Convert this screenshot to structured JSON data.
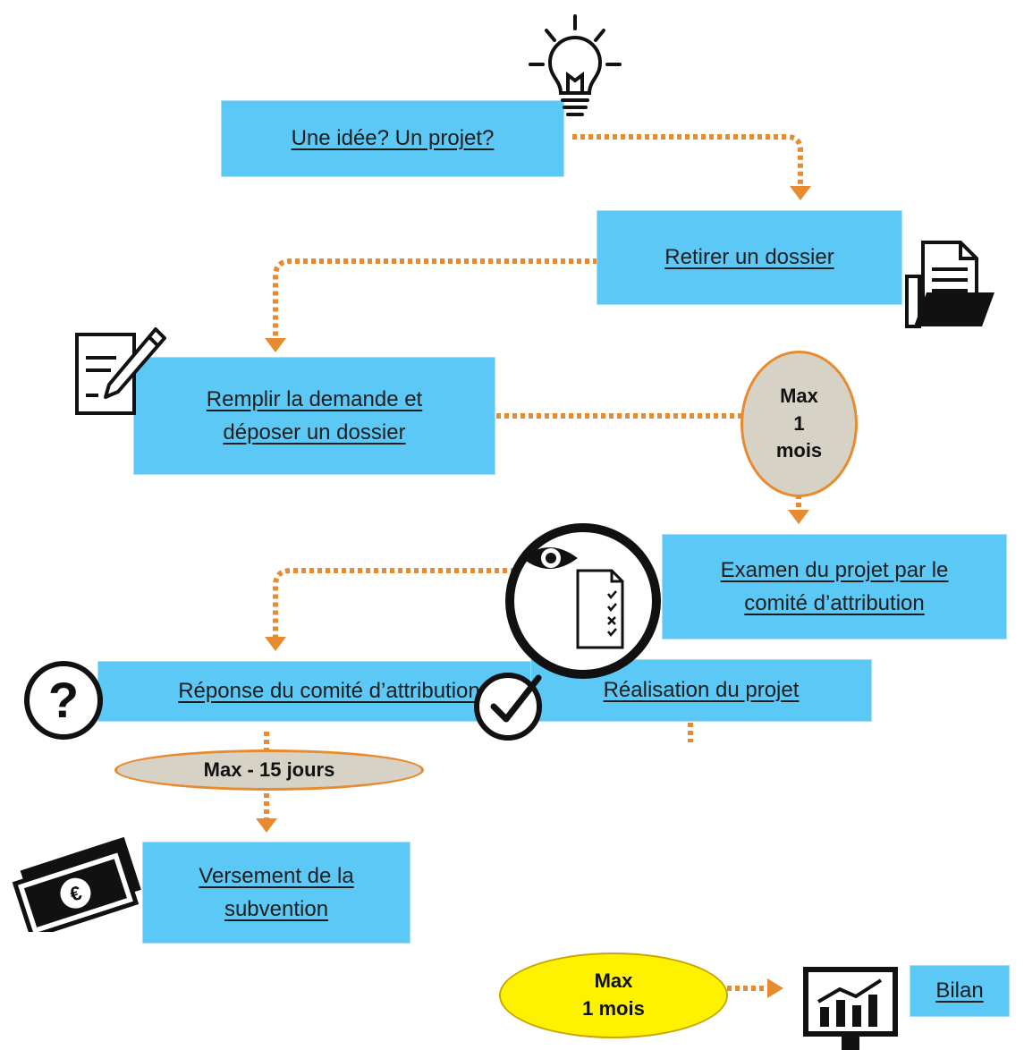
{
  "colors": {
    "box": "#5bc8f5",
    "connector": "#e88a2e",
    "badge_gray": "#d6d2c6",
    "badge_yellow": "#fff200"
  },
  "steps": {
    "idea": "Une idée? Un projet?",
    "retrieve": "Retirer un dossier",
    "fill_line1": "Remplir la demande et",
    "fill_line2": "déposer un dossier",
    "exam_line1": "Examen du projet par le",
    "exam_line2": "comité d’attribution",
    "answer": "Réponse du comité d’attribution",
    "payment_line1": "Versement de la",
    "payment_line2": "subvention",
    "realisation": "Réalisation du projet",
    "report": "Bilan"
  },
  "badges": {
    "one_month_a": {
      "line1": "Max",
      "line2": "1",
      "line3": "mois"
    },
    "fifteen_days": "Max - 15 jours",
    "one_month_b": {
      "line1": "Max",
      "line2": "1 mois"
    }
  },
  "icons": [
    "lightbulb-icon",
    "folder-document-icon",
    "form-pen-icon",
    "eye-document-icon",
    "question-mark-icon",
    "banknote-euro-icon",
    "checkmark-icon",
    "chart-monitor-icon"
  ]
}
